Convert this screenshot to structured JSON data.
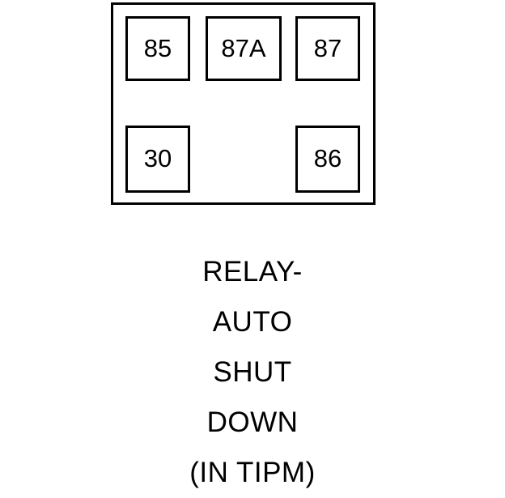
{
  "diagram": {
    "type": "relay-terminal-pinout",
    "background_color": "#ffffff",
    "line_color": "#000000",
    "relay_body": {
      "name": "relay-outline"
    },
    "terminals": [
      {
        "id": "85",
        "label": "85",
        "row": "top",
        "position": "left"
      },
      {
        "id": "87A",
        "label": "87A",
        "row": "top",
        "position": "center"
      },
      {
        "id": "87",
        "label": "87",
        "row": "top",
        "position": "right"
      },
      {
        "id": "30",
        "label": "30",
        "row": "bottom",
        "position": "left"
      },
      {
        "id": "86",
        "label": "86",
        "row": "bottom",
        "position": "right"
      }
    ]
  },
  "caption": {
    "lines": [
      "RELAY-",
      "AUTO",
      "SHUT",
      "DOWN",
      "(IN TIPM)"
    ],
    "full_text": "RELAY- AUTO SHUT DOWN (IN TIPM)"
  }
}
